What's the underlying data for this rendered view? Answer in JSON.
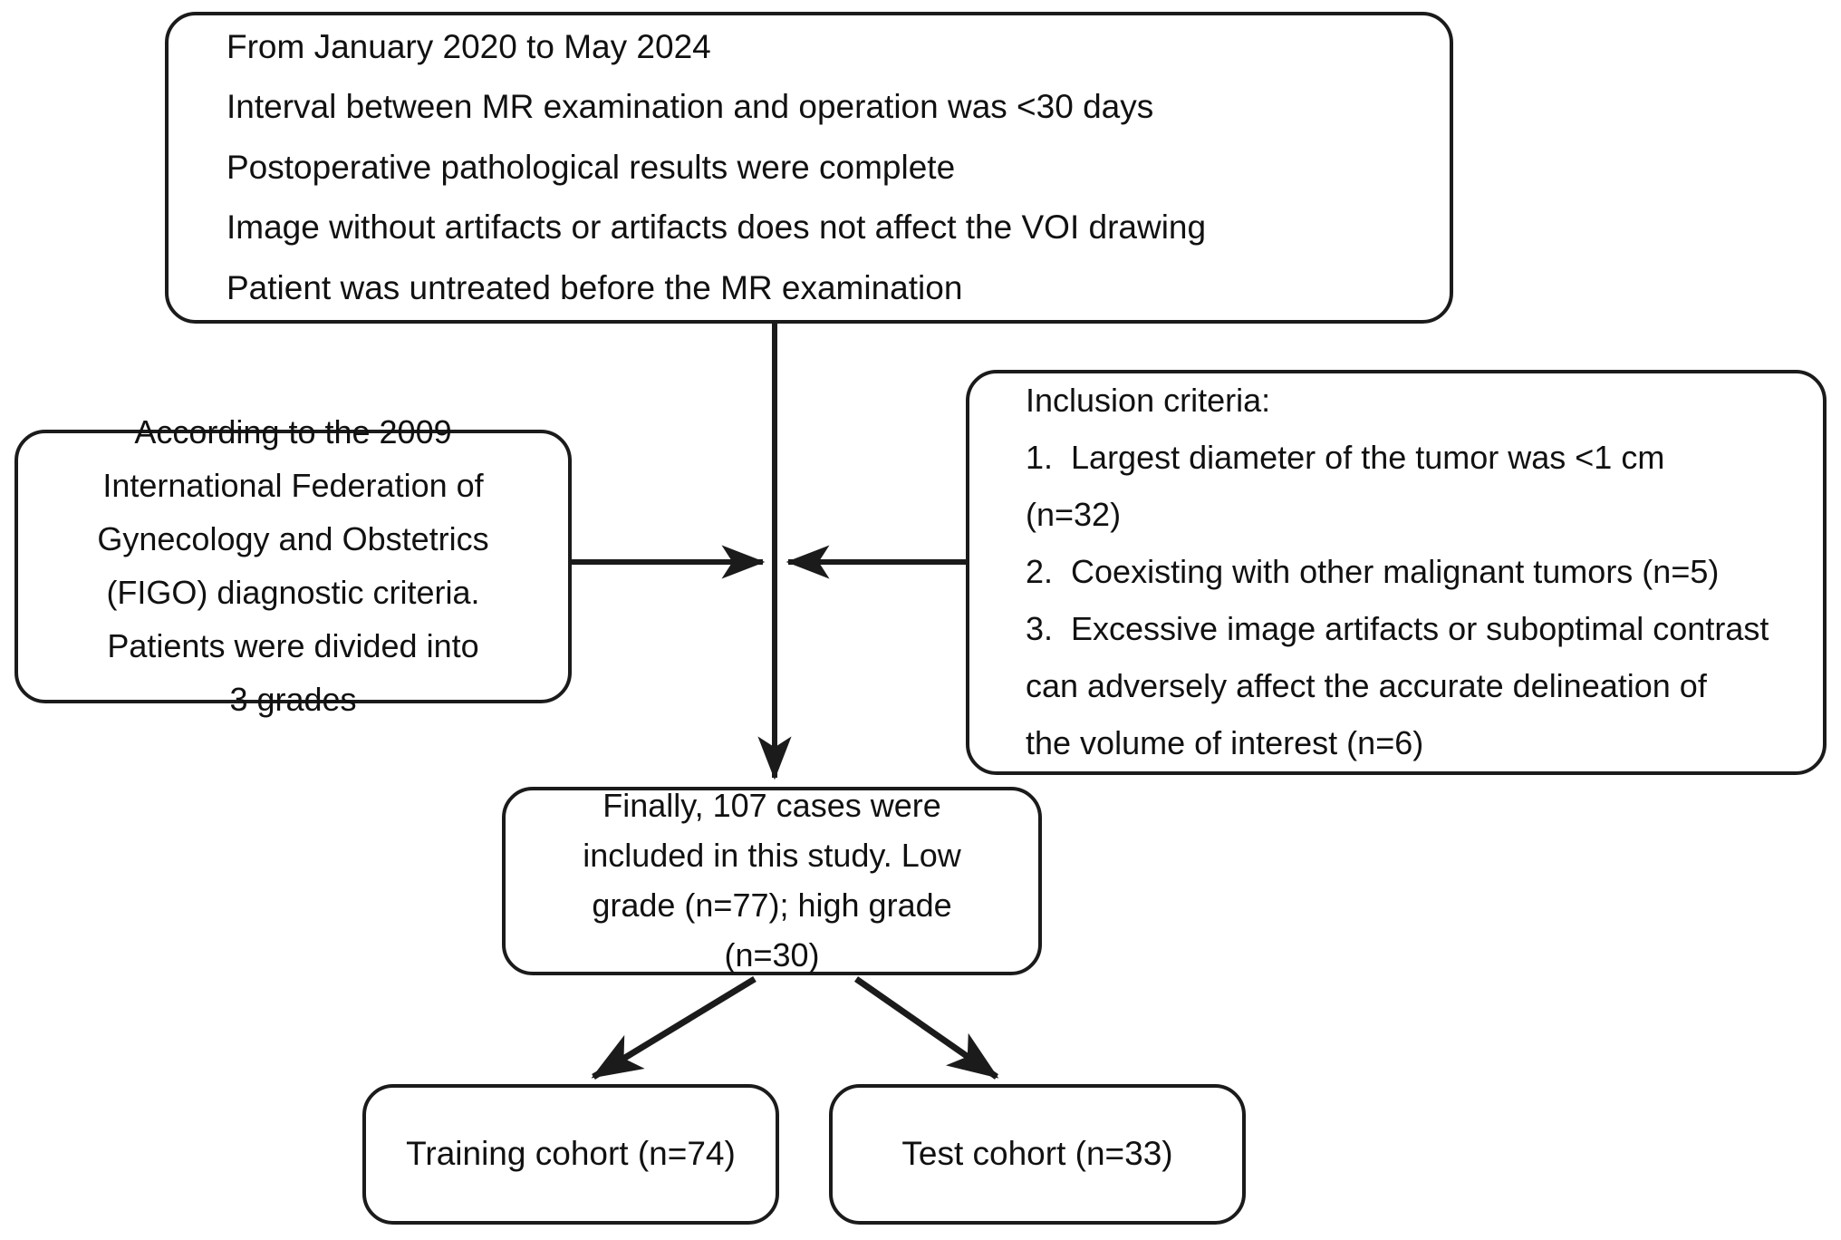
{
  "diagram": {
    "title": "Patient selection flowchart",
    "stroke_color": "#1b1b1b",
    "text_color": "#111111",
    "background": "#ffffff"
  },
  "nodes": {
    "eligibility": {
      "name": "eligibility-criteria-box",
      "lines": [
        "From January 2020 to May 2024",
        "Interval between MR examination and operation was <30 days",
        "Postoperative pathological results were complete",
        "Image without artifacts or artifacts does not affect the VOI drawing",
        "Patient was untreated before the MR examination"
      ]
    },
    "figo": {
      "name": "figo-grading-box",
      "lines": [
        "According to the 2009",
        "International Federation of",
        "Gynecology and Obstetrics",
        "(FIGO) diagnostic criteria.",
        "Patients were divided into",
        "3 grades"
      ]
    },
    "criteria": {
      "name": "inclusion-criteria-box",
      "lines": [
        "Inclusion criteria:",
        "1.  Largest diameter of the tumor was <1 cm",
        "(n=32)",
        "2.  Coexisting with other malignant tumors (n=5)",
        "3.  Excessive image artifacts or suboptimal contrast",
        "can adversely affect the accurate delineation of",
        "the volume of interest (n=6)"
      ]
    },
    "final": {
      "name": "final-cohort-box",
      "lines": [
        "Finally, 107 cases were",
        "included in this study. Low",
        "grade (n=77); high grade",
        "(n=30)"
      ]
    },
    "training": {
      "name": "training-cohort-box",
      "lines": [
        "Training cohort (n=74)"
      ]
    },
    "test": {
      "name": "test-cohort-box",
      "lines": [
        "Test cohort (n=33)"
      ]
    }
  },
  "counts": {
    "total_included": 107,
    "low_grade": 77,
    "high_grade": 30,
    "training": 74,
    "test": 33,
    "excluded_small_tumor": 32,
    "excluded_other_malignancy": 5,
    "excluded_artifacts": 6
  },
  "connectors": [
    {
      "name": "eligibility-to-junction",
      "from": "eligibility",
      "to": "junction",
      "type": "vertical-line"
    },
    {
      "name": "figo-to-junction",
      "from": "figo",
      "to": "junction",
      "type": "arrow-right"
    },
    {
      "name": "criteria-to-junction",
      "from": "criteria",
      "to": "junction",
      "type": "arrow-left"
    },
    {
      "name": "junction-to-final",
      "from": "junction",
      "to": "final",
      "type": "arrow-down"
    },
    {
      "name": "final-to-training",
      "from": "final",
      "to": "training",
      "type": "arrow-diagonal-left"
    },
    {
      "name": "final-to-test",
      "from": "final",
      "to": "test",
      "type": "arrow-diagonal-right"
    }
  ]
}
